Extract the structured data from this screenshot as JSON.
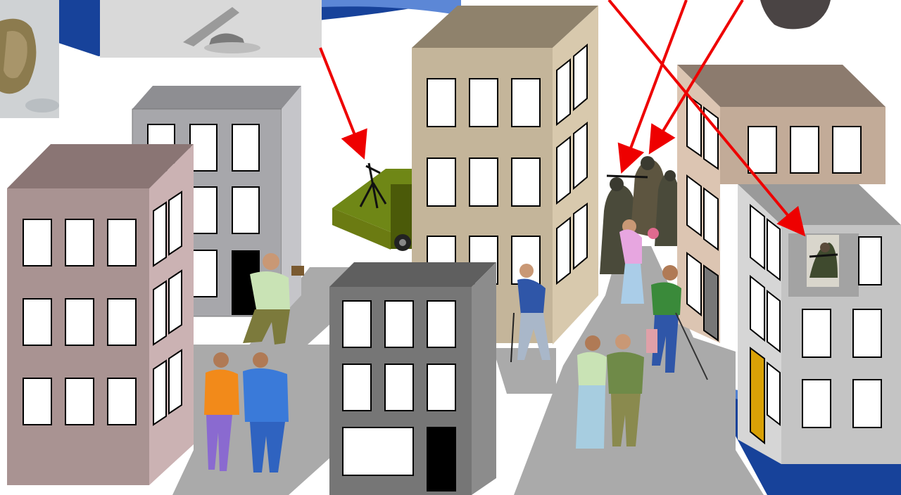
{
  "scene": {
    "palette": {
      "background": "#ffffff",
      "swoosh_blue": "#17429a",
      "street_gray": "#aaaaaa",
      "arrow_red": "#ee0000",
      "window_white": "#ffffff",
      "outline_black": "#000000"
    },
    "buildings": [
      {
        "name": "building-far-left",
        "front": "#a99392",
        "side": "#cbb2b3",
        "roof": "#8a7574"
      },
      {
        "name": "building-back-left",
        "front": "#a7a7ab",
        "side": "#c5c5c9",
        "roof": "#8e8e92"
      },
      {
        "name": "building-center-tan",
        "front": "#c4b59a",
        "side": "#d8c9ad",
        "roof": "#8f826c"
      },
      {
        "name": "building-center-dark",
        "front": "#767676",
        "side": "#8c8c8c",
        "roof": "#5f5f5f"
      },
      {
        "name": "building-right-back",
        "front": "#c2ab98",
        "side": "#dcc5b2",
        "roof": "#8c7b6e"
      },
      {
        "name": "building-right-front",
        "front": "#c4c4c4",
        "side": "#d6d6d6",
        "roof": "#9a9a9a"
      }
    ],
    "icons": [
      "mortar-weapon-icon",
      "military-truck-icon",
      "soldier-group-icon",
      "sniper-in-window-icon",
      "pedestrian-icon"
    ]
  }
}
